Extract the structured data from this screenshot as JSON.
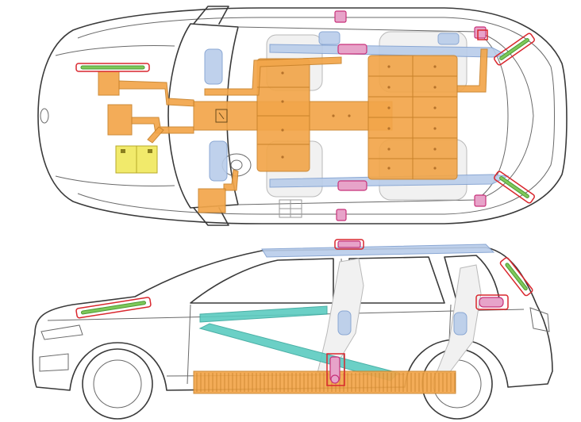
{
  "colors": {
    "outline": "#3a3a3a",
    "battery_module": "#f2a64a",
    "reinforcement_blue": "#b9cdea",
    "sensor_pink": "#e7a3c9",
    "highlight_red": "#d9272e",
    "antenna_green": "#7ec85a",
    "side_bar_teal": "#5bcbc0",
    "battery_12v_yellow": "#f1ea6b"
  },
  "icons": [
    "top-view-car",
    "side-view-car",
    "battery-pack",
    "sill-battery-strip"
  ]
}
